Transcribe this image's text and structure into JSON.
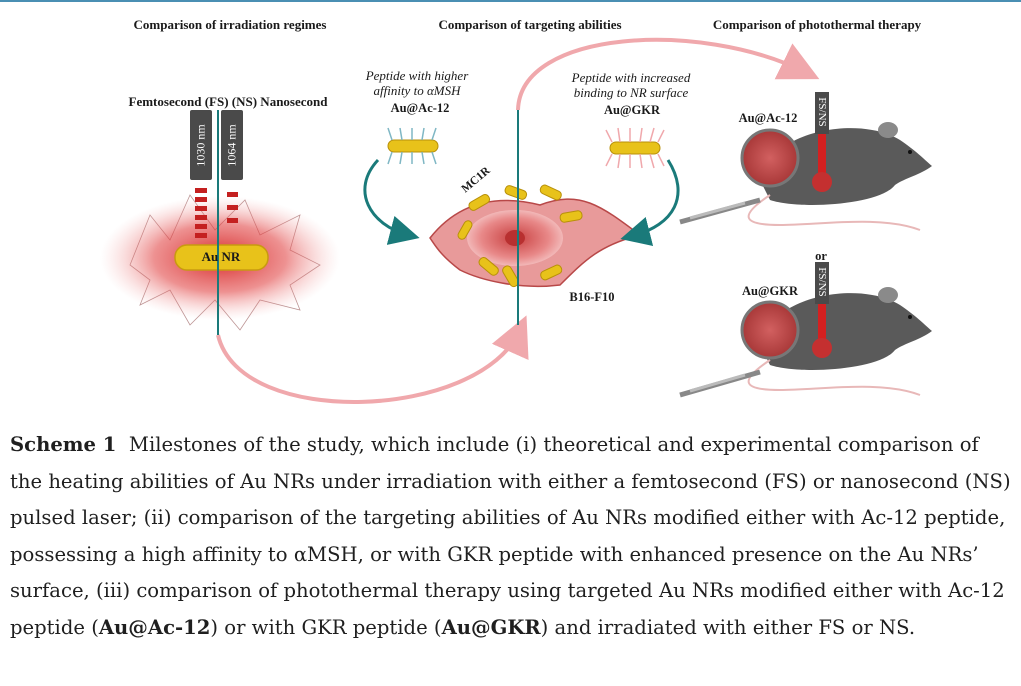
{
  "figure": {
    "headers": {
      "col1": "Comparison of irradiation regimes",
      "col2": "Comparison of targeting abilities",
      "col3": "Comparison of photothermal therapy"
    },
    "regimes": "Femtosecond (FS) (NS) Nanosecond",
    "wavelength_fs": "1030 nm",
    "wavelength_ns": "1064 nm",
    "au_nr": "Au NR",
    "peptide_left_note": "Peptide with higher affinity to αMSH",
    "peptide_left_label": "Au@Ac-12",
    "peptide_right_note": "Peptide with increased binding to NR surface",
    "peptide_right_label": "Au@GKR",
    "receptor": "MC1R",
    "cell_line": "B16-F10",
    "mouse_top_label": "Au@Ac-12",
    "mouse_bottom_label": "Au@GKR",
    "laser_label": "FS/NS",
    "or": "or"
  },
  "caption": {
    "label": "Scheme 1",
    "part1": "Milestones of the study, which include (i) theoretical and experimental comparison of the heating abilities of Au NRs under irradiation with either a femtosecond (FS) or nanosecond (NS) pulsed laser; (ii) comparison of the targeting abilities of Au NRs modified either with Ac-12 peptide, possessing a high affinity to αMSH, or with GKR peptide with enhanced presence on the Au NRs’ surface, (iii) comparison of photothermal therapy using targeted Au NRs modified either with Ac-12 peptide (",
    "bold1": "Au@Ac-12",
    "part2": ") or with GKR peptide (",
    "bold2": "Au@GKR",
    "part3": ") and irradiated with either FS or NS."
  },
  "colors": {
    "accent_rule": "#4a8fb3",
    "laser_red": "#d42020",
    "nanorod_gold": "#e8c21a",
    "arrow_pink": "#f0a8ac",
    "teal": "#1a7a7a",
    "mouse_gray": "#5a5a5a"
  }
}
